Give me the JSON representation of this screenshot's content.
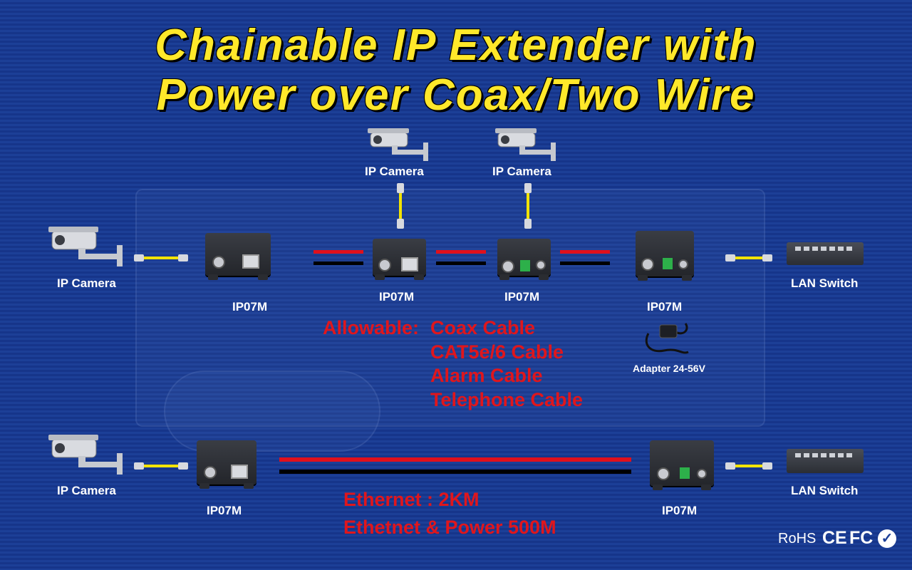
{
  "title": {
    "line1": "Chainable IP Extender with",
    "line2": "Power over Coax/Two Wire"
  },
  "labels": {
    "cam_top1": "IP Camera",
    "cam_top2": "IP Camera",
    "cam_left_top": "IP Camera",
    "cam_left_bottom": "IP Camera",
    "ip07m_a": "IP07M",
    "ip07m_b": "IP07M",
    "ip07m_c": "IP07M",
    "ip07m_d": "IP07M",
    "ip07m_e": "IP07M",
    "ip07m_f": "IP07M",
    "switch_top": "LAN Switch",
    "switch_bottom": "LAN Switch",
    "adapter": "Adapter 24-56V"
  },
  "allowable": {
    "heading": "Allowable:",
    "items": [
      "Coax Cable",
      "CAT5e/6 Cable",
      "Alarm Cable",
      "Telephone Cable"
    ]
  },
  "distance": {
    "line1": "Ethernet : 2KM",
    "line2": "Ethetnet & Power 500M"
  },
  "certs": {
    "rohs": "RoHS",
    "ce": "CE",
    "fc": "FC",
    "check": "✓"
  },
  "colors": {
    "background": "#1c3f97",
    "title": "#ffe82a",
    "red_text": "#e0161c",
    "cable_red": "#e0101c",
    "cable_black": "#000000",
    "patch": "#f2e300"
  }
}
